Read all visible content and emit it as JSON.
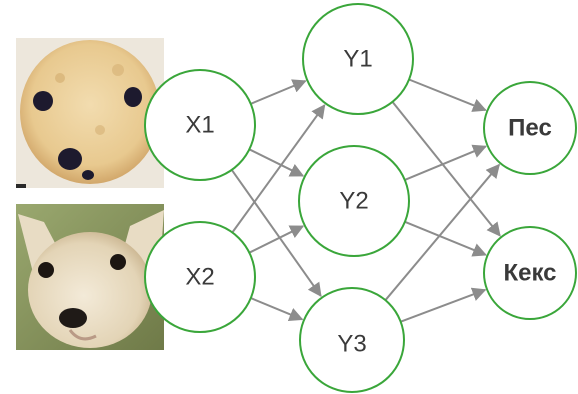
{
  "colors": {
    "node_stroke": "#3aa63a",
    "edge": "#8c8c8c",
    "text": "#3a3a3a"
  },
  "images": {
    "top": "blueberry-muffin-photo",
    "bottom": "chihuahua-photo"
  },
  "nodes": {
    "x1": "X1",
    "x2": "X2",
    "y1": "Y1",
    "y2": "Y2",
    "y3": "Y3",
    "out1": "Пес",
    "out2": "Кекс"
  },
  "edges": [
    [
      "x1",
      "y1"
    ],
    [
      "x1",
      "y2"
    ],
    [
      "x1",
      "y3"
    ],
    [
      "x2",
      "y1"
    ],
    [
      "x2",
      "y2"
    ],
    [
      "x2",
      "y3"
    ],
    [
      "y1",
      "out1"
    ],
    [
      "y1",
      "out2"
    ],
    [
      "y2",
      "out1"
    ],
    [
      "y2",
      "out2"
    ],
    [
      "y3",
      "out1"
    ],
    [
      "y3",
      "out2"
    ]
  ]
}
